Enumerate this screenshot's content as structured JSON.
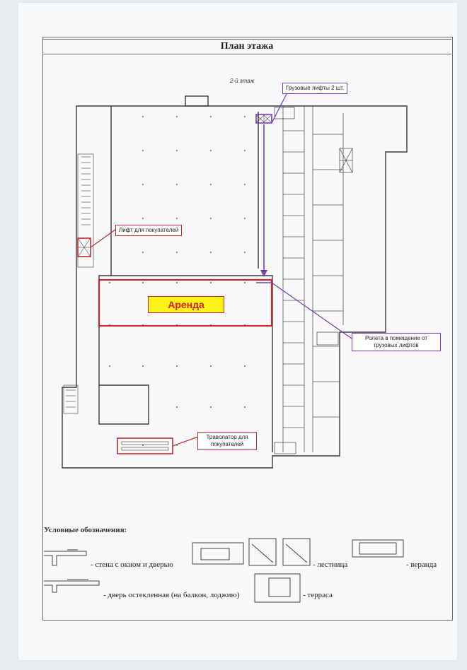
{
  "document": {
    "title": "План этажа",
    "floor_label": "2-й этаж"
  },
  "annotations": {
    "freight_lifts": "Грузовые лифты 2 шт.",
    "customer_lift": "Лифт для покупателей",
    "rent": "Аренда",
    "shutter": "Ролета в помещение от грузовых лифтов",
    "travelator": "Траволатор для покупателей"
  },
  "legend": {
    "title": "Условные обозначения:",
    "items": {
      "wall": "- стена с окном и дверью",
      "door": "- дверь остекленная (на балкон, лоджию)",
      "stairs": "- лестница",
      "veranda": "- веранда",
      "terrace": "- терраса"
    }
  },
  "colors": {
    "red": "#c52a2a",
    "purple": "#7a3bb5",
    "rent_fill": "#fff21a",
    "wall": "#3a3a3a"
  }
}
